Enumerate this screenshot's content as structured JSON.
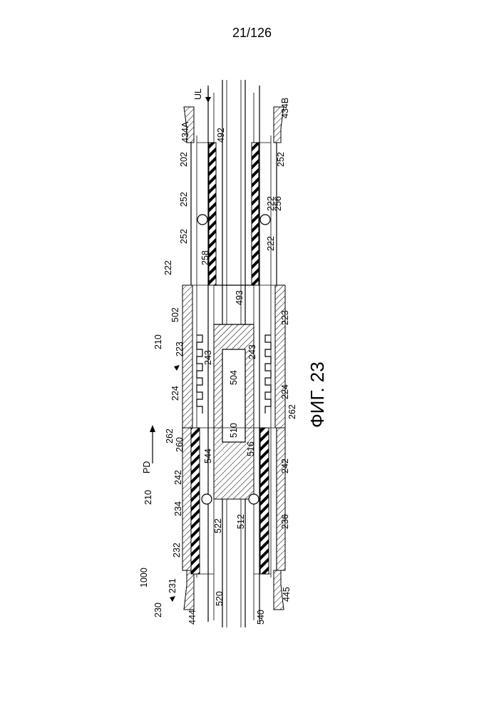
{
  "page_number": "21/126",
  "figure_title": "ФИГ. 23",
  "labels": {
    "l_434a": "434A",
    "l_434b": "434B",
    "l_ul": "UL",
    "l_492": "492",
    "l_202": "202",
    "l_252a": "252",
    "l_252b": "252",
    "l_252c": "252",
    "l_256": "256",
    "l_258": "258",
    "l_222a": "222",
    "l_222b": "222",
    "l_222c": "222",
    "l_493": "493",
    "l_502": "502",
    "l_223a": "223",
    "l_223b": "223",
    "l_210a": "210",
    "l_210b": "210",
    "l_243a": "243",
    "l_243b": "243",
    "l_504": "504",
    "l_224a": "224",
    "l_224b": "224",
    "l_262a": "262",
    "l_262b": "262",
    "l_510": "510",
    "l_260": "260",
    "l_544": "544",
    "l_516": "516",
    "l_pd": "PD",
    "l_242a": "242",
    "l_242b": "242",
    "l_234": "234",
    "l_522": "522",
    "l_512": "512",
    "l_236": "236",
    "l_232": "232",
    "l_1000": "1000",
    "l_231": "231",
    "l_520": "520",
    "l_230": "230",
    "l_444": "444",
    "l_540": "540",
    "l_445": "445"
  }
}
